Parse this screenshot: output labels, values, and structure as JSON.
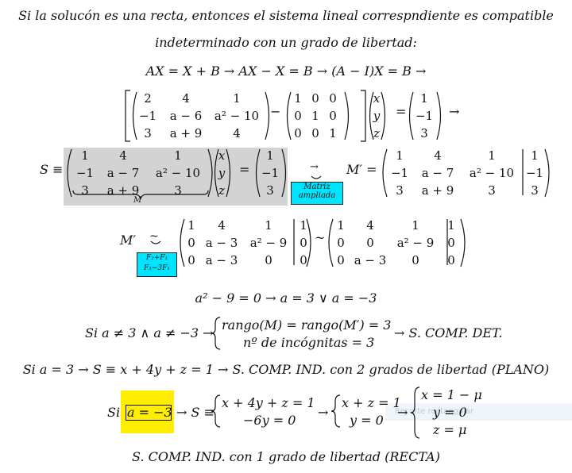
{
  "intro": {
    "line1": "Si la solucón es una recta, entonces el sistema lineal correspndiente es compatible",
    "line2": "indeterminado con un grado de libertad:"
  },
  "eq_axb": "AX = X + B → AX − X = B → (A − I)X = B →",
  "matrix_A": [
    [
      "2",
      "4",
      "1"
    ],
    [
      "−1",
      "a − 6",
      "a² − 10"
    ],
    [
      "3",
      "a + 9",
      "4"
    ]
  ],
  "matrix_I": [
    [
      "1",
      "0",
      "0"
    ],
    [
      "0",
      "1",
      "0"
    ],
    [
      "0",
      "0",
      "1"
    ]
  ],
  "vector_xyz": [
    "x",
    "y",
    "z"
  ],
  "vector_B": [
    "1",
    "−1",
    "3"
  ],
  "system_label": "S ≡",
  "matrix_M": [
    [
      "1",
      "4",
      "1"
    ],
    [
      "−1",
      "a − 7",
      "a² − 10"
    ],
    [
      "3",
      "a + 9",
      "3"
    ]
  ],
  "brace_label": "M",
  "tag_matriz_ampliada": [
    "Matriz",
    "ampliada"
  ],
  "mprime_label": "M′ =",
  "matrix_Mprime": [
    [
      "1",
      "4",
      "1",
      "1"
    ],
    [
      "−1",
      "a − 7",
      "a² − 10",
      "−1"
    ],
    [
      "3",
      "a + 9",
      "3",
      "3"
    ]
  ],
  "mprime_row_label": "M′",
  "tag_ops": [
    "F₂+F₁",
    "F₃−3F₁"
  ],
  "matrix_step1": [
    [
      "1",
      "4",
      "1",
      "1"
    ],
    [
      "0",
      "a − 3",
      "a² − 9",
      "0"
    ],
    [
      "0",
      "a − 3",
      "0",
      "0"
    ]
  ],
  "matrix_step2": [
    [
      "1",
      "4",
      "1",
      "1"
    ],
    [
      "0",
      "0",
      "a² − 9",
      "0"
    ],
    [
      "0",
      "a − 3",
      "0",
      "0"
    ]
  ],
  "equiv_symbol": "~",
  "eq_roots": "a² − 9 = 0 → a = 3 ∨  a = −3",
  "case1": {
    "prefix": "Si a ≠ 3  ∧ a ≠ −3 →",
    "row1": "rango(M) = rango(M′) = 3",
    "row2": "nº de incógnitas = 3",
    "suffix": "→ S. COMP. DET."
  },
  "case2": "Si a = 3 → S ≡ x + 4y + z = 1 → S. COMP. IND. con 2 grados de libertad (PLANO)",
  "case3": {
    "si": "Si",
    "boxed": "a = −3",
    "arrow1": "→ S ≡",
    "sys1": [
      "x + 4y + z = 1",
      "−6y = 0"
    ],
    "arrow2": "→",
    "sys2": [
      "x + z = 1",
      "y = 0"
    ],
    "arrow3": "→",
    "sys3": [
      "x = 1 − μ",
      "y = 0",
      "z = μ"
    ]
  },
  "ghost_text": "Recorte rectangular",
  "conclusion": "S. COMP. IND. con 1 grado de libertad  (RECTA)",
  "colors": {
    "highlight_grey": "#d3d3d3",
    "tag_cyan": "#00e5ff",
    "highlight_yellow": "#ffee00"
  }
}
